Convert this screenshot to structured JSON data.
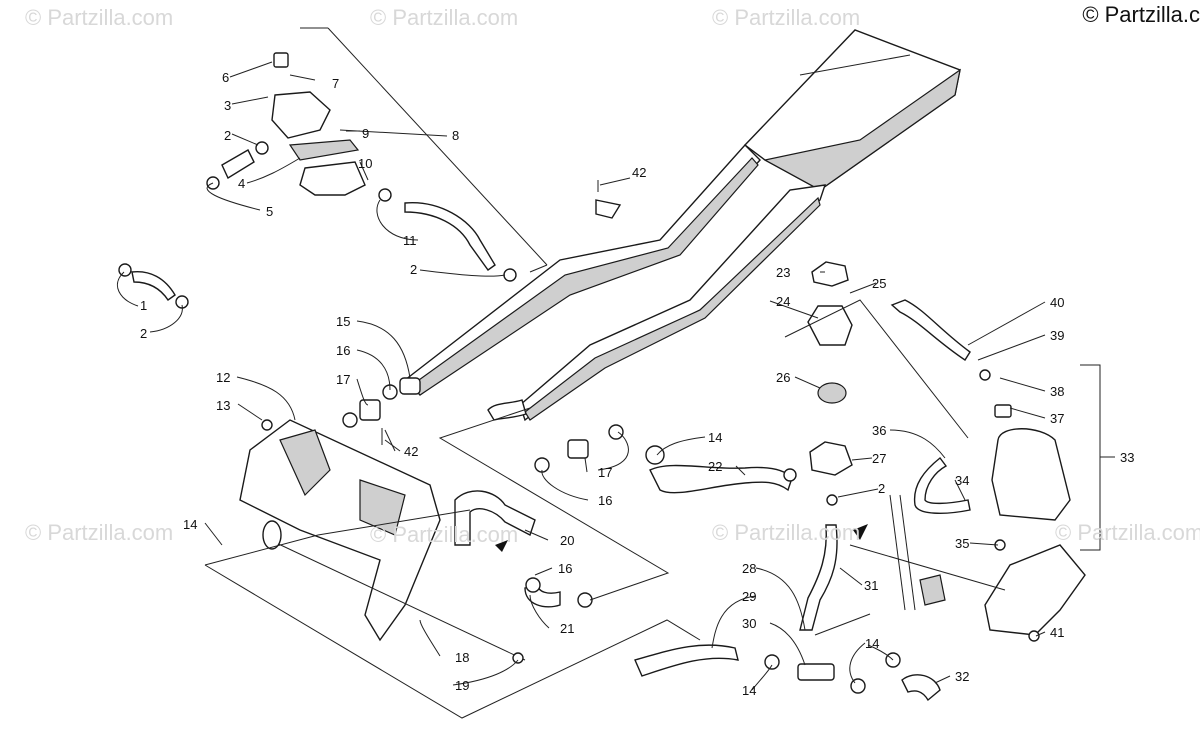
{
  "copyright": "© Partzilla.c",
  "watermark_text": "© Partzilla.com",
  "callouts": [
    "1",
    "2",
    "2",
    "2",
    "2",
    "3",
    "4",
    "5",
    "6",
    "7",
    "8",
    "9",
    "10",
    "11",
    "12",
    "13",
    "14",
    "14",
    "14",
    "14",
    "14",
    "15",
    "16",
    "16",
    "16",
    "16",
    "17",
    "17",
    "18",
    "19",
    "20",
    "21",
    "22",
    "23",
    "24",
    "25",
    "26",
    "27",
    "28",
    "29",
    "30",
    "31",
    "32",
    "33",
    "34",
    "35",
    "36",
    "37",
    "38",
    "39",
    "40",
    "41",
    "42",
    "42"
  ],
  "colors": {
    "line": "#1a1a1a",
    "watermark": "#d8d8d8",
    "background": "#ffffff"
  }
}
